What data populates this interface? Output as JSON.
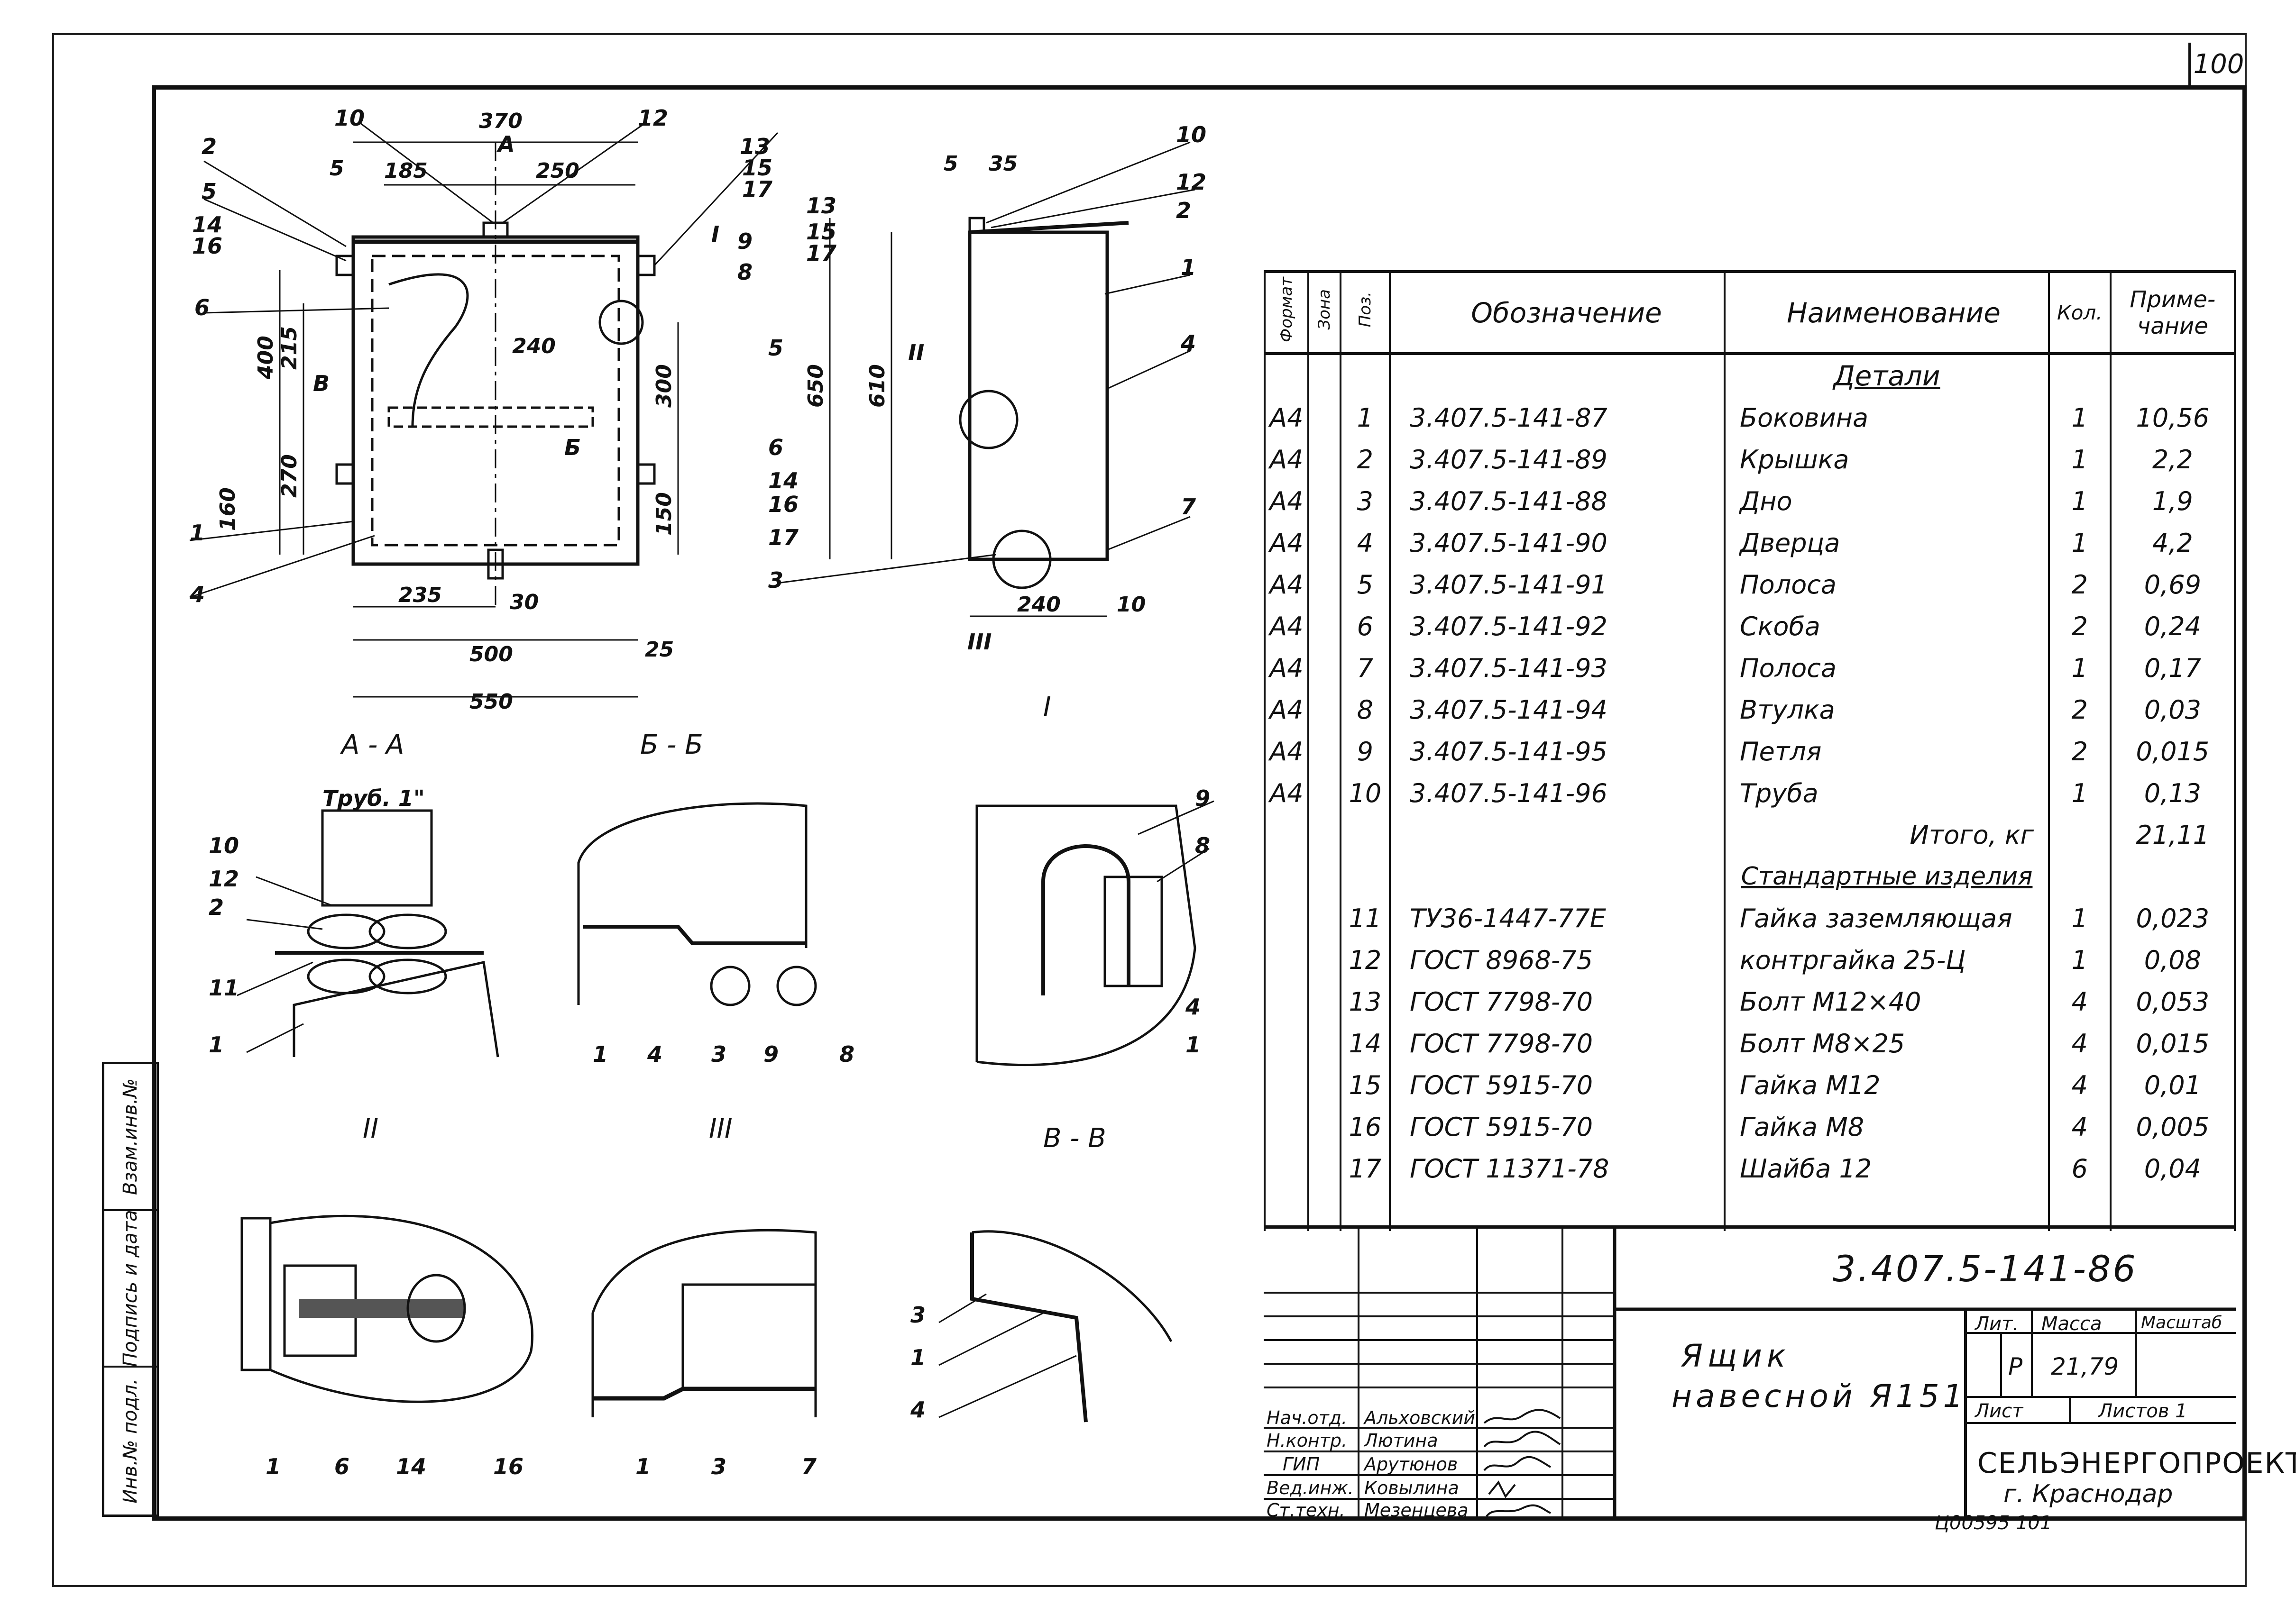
{
  "sheet_number": "100",
  "side_stamp": {
    "cells": [
      "Инв.№ подл.",
      "Подпись и дата",
      "Взам.инв.№"
    ]
  },
  "drawing": {
    "view_aa": {
      "label": "А - А",
      "section_label": "Б - Б",
      "dims": [
        "370",
        "185",
        "250",
        "5",
        "400",
        "215",
        "240",
        "300",
        "270",
        "160",
        "150",
        "235",
        "30",
        "500",
        "25",
        "550"
      ],
      "callouts": [
        "10",
        "12",
        "2",
        "5",
        "14",
        "16",
        "13",
        "15",
        "17",
        "9",
        "8",
        "6",
        "1",
        "4",
        "В",
        "Б",
        "А",
        "I"
      ]
    },
    "view_side": {
      "label": "I",
      "dims": [
        "5",
        "35",
        "650",
        "610",
        "240",
        "10"
      ],
      "callouts": [
        "10",
        "12",
        "2",
        "1",
        "13",
        "15",
        "17",
        "4",
        "5",
        "II",
        "6",
        "14",
        "16",
        "17",
        "7",
        "3",
        "III"
      ]
    },
    "detail_II": {
      "label": "II",
      "top_note": "Труб. 1\"",
      "callouts": [
        "10",
        "12",
        "2",
        "11",
        "1"
      ]
    },
    "detail_III": {
      "label": "III",
      "callouts": [
        "1",
        "4",
        "3",
        "9",
        "8"
      ]
    },
    "detail_BB": {
      "label": "В - В",
      "callouts": [
        "9",
        "8",
        "4",
        "1"
      ]
    },
    "detail_a": {
      "callouts": [
        "1",
        "6",
        "14",
        "16"
      ]
    },
    "detail_b": {
      "callouts": [
        "1",
        "3",
        "7"
      ]
    },
    "detail_c": {
      "callouts": [
        "3",
        "1",
        "4"
      ]
    }
  },
  "spec": {
    "headers": {
      "format": "Формат",
      "zone": "Зона",
      "pos": "Поз.",
      "designation": "Обозначение",
      "name": "Наименование",
      "qty": "Кол.",
      "note": "Приме- чание"
    },
    "section1": "Детали",
    "details": [
      {
        "fmt": "А4",
        "pos": "1",
        "des": "3.407.5-141-87",
        "name": "Боковина",
        "qty": "1",
        "note": "10,56"
      },
      {
        "fmt": "А4",
        "pos": "2",
        "des": "3.407.5-141-89",
        "name": "Крышка",
        "qty": "1",
        "note": "2,2"
      },
      {
        "fmt": "А4",
        "pos": "3",
        "des": "3.407.5-141-88",
        "name": "Дно",
        "qty": "1",
        "note": "1,9"
      },
      {
        "fmt": "А4",
        "pos": "4",
        "des": "3.407.5-141-90",
        "name": "Дверца",
        "qty": "1",
        "note": "4,2"
      },
      {
        "fmt": "А4",
        "pos": "5",
        "des": "3.407.5-141-91",
        "name": "Полоса",
        "qty": "2",
        "note": "0,69"
      },
      {
        "fmt": "А4",
        "pos": "6",
        "des": "3.407.5-141-92",
        "name": "Скоба",
        "qty": "2",
        "note": "0,24"
      },
      {
        "fmt": "А4",
        "pos": "7",
        "des": "3.407.5-141-93",
        "name": "Полоса",
        "qty": "1",
        "note": "0,17"
      },
      {
        "fmt": "А4",
        "pos": "8",
        "des": "3.407.5-141-94",
        "name": "Втулка",
        "qty": "2",
        "note": "0,03"
      },
      {
        "fmt": "А4",
        "pos": "9",
        "des": "3.407.5-141-95",
        "name": "Петля",
        "qty": "2",
        "note": "0,015"
      },
      {
        "fmt": "А4",
        "pos": "10",
        "des": "3.407.5-141-96",
        "name": "Труба",
        "qty": "1",
        "note": "0,13"
      }
    ],
    "total_label": "Итого, кг",
    "total_value": "21,11",
    "section2": "Стандартные изделия",
    "standard": [
      {
        "pos": "11",
        "des": "ТУ36-1447-77Е",
        "name": "Гайка заземляющая",
        "qty": "1",
        "note": "0,023"
      },
      {
        "pos": "12",
        "des": "ГОСТ 8968-75",
        "name": "контргайка 25-Ц",
        "qty": "1",
        "note": "0,08"
      },
      {
        "pos": "13",
        "des": "ГОСТ 7798-70",
        "name": "Болт М12×40",
        "qty": "4",
        "note": "0,053"
      },
      {
        "pos": "14",
        "des": "ГОСТ 7798-70",
        "name": "Болт М8×25",
        "qty": "4",
        "note": "0,015"
      },
      {
        "pos": "15",
        "des": "ГОСТ 5915-70",
        "name": "Гайка М12",
        "qty": "4",
        "note": "0,01"
      },
      {
        "pos": "16",
        "des": "ГОСТ 5915-70",
        "name": "Гайка М8",
        "qty": "4",
        "note": "0,005"
      },
      {
        "pos": "17",
        "des": "ГОСТ 11371-78",
        "name": "Шайба 12",
        "qty": "6",
        "note": "0,04"
      }
    ]
  },
  "title_block": {
    "code": "3.407.5-141-86",
    "name_line1": "Ящик",
    "name_line2": "навесной Я151",
    "lit_label": "Лит.",
    "mass_label": "Масса",
    "scale_label": "Масштаб",
    "lit_value": "Р",
    "mass_value": "21,79",
    "sheet_label": "Лист",
    "sheets_label": "Листов 1",
    "org_name": "СЕЛЬЭНЕРГОПРОЕКТ",
    "org_city": "г. Краснодар",
    "people": [
      {
        "role": "Нач.отд.",
        "name": "Альховский"
      },
      {
        "role": "Н.контр.",
        "name": "Лютина"
      },
      {
        "role": "ГИП",
        "name": "Арутюнов"
      },
      {
        "role": "Вед.инж.",
        "name": "Ковылина"
      },
      {
        "role": "Ст.техн.",
        "name": "Мезенцева"
      }
    ]
  },
  "inventory_note": "Ц00595 101"
}
